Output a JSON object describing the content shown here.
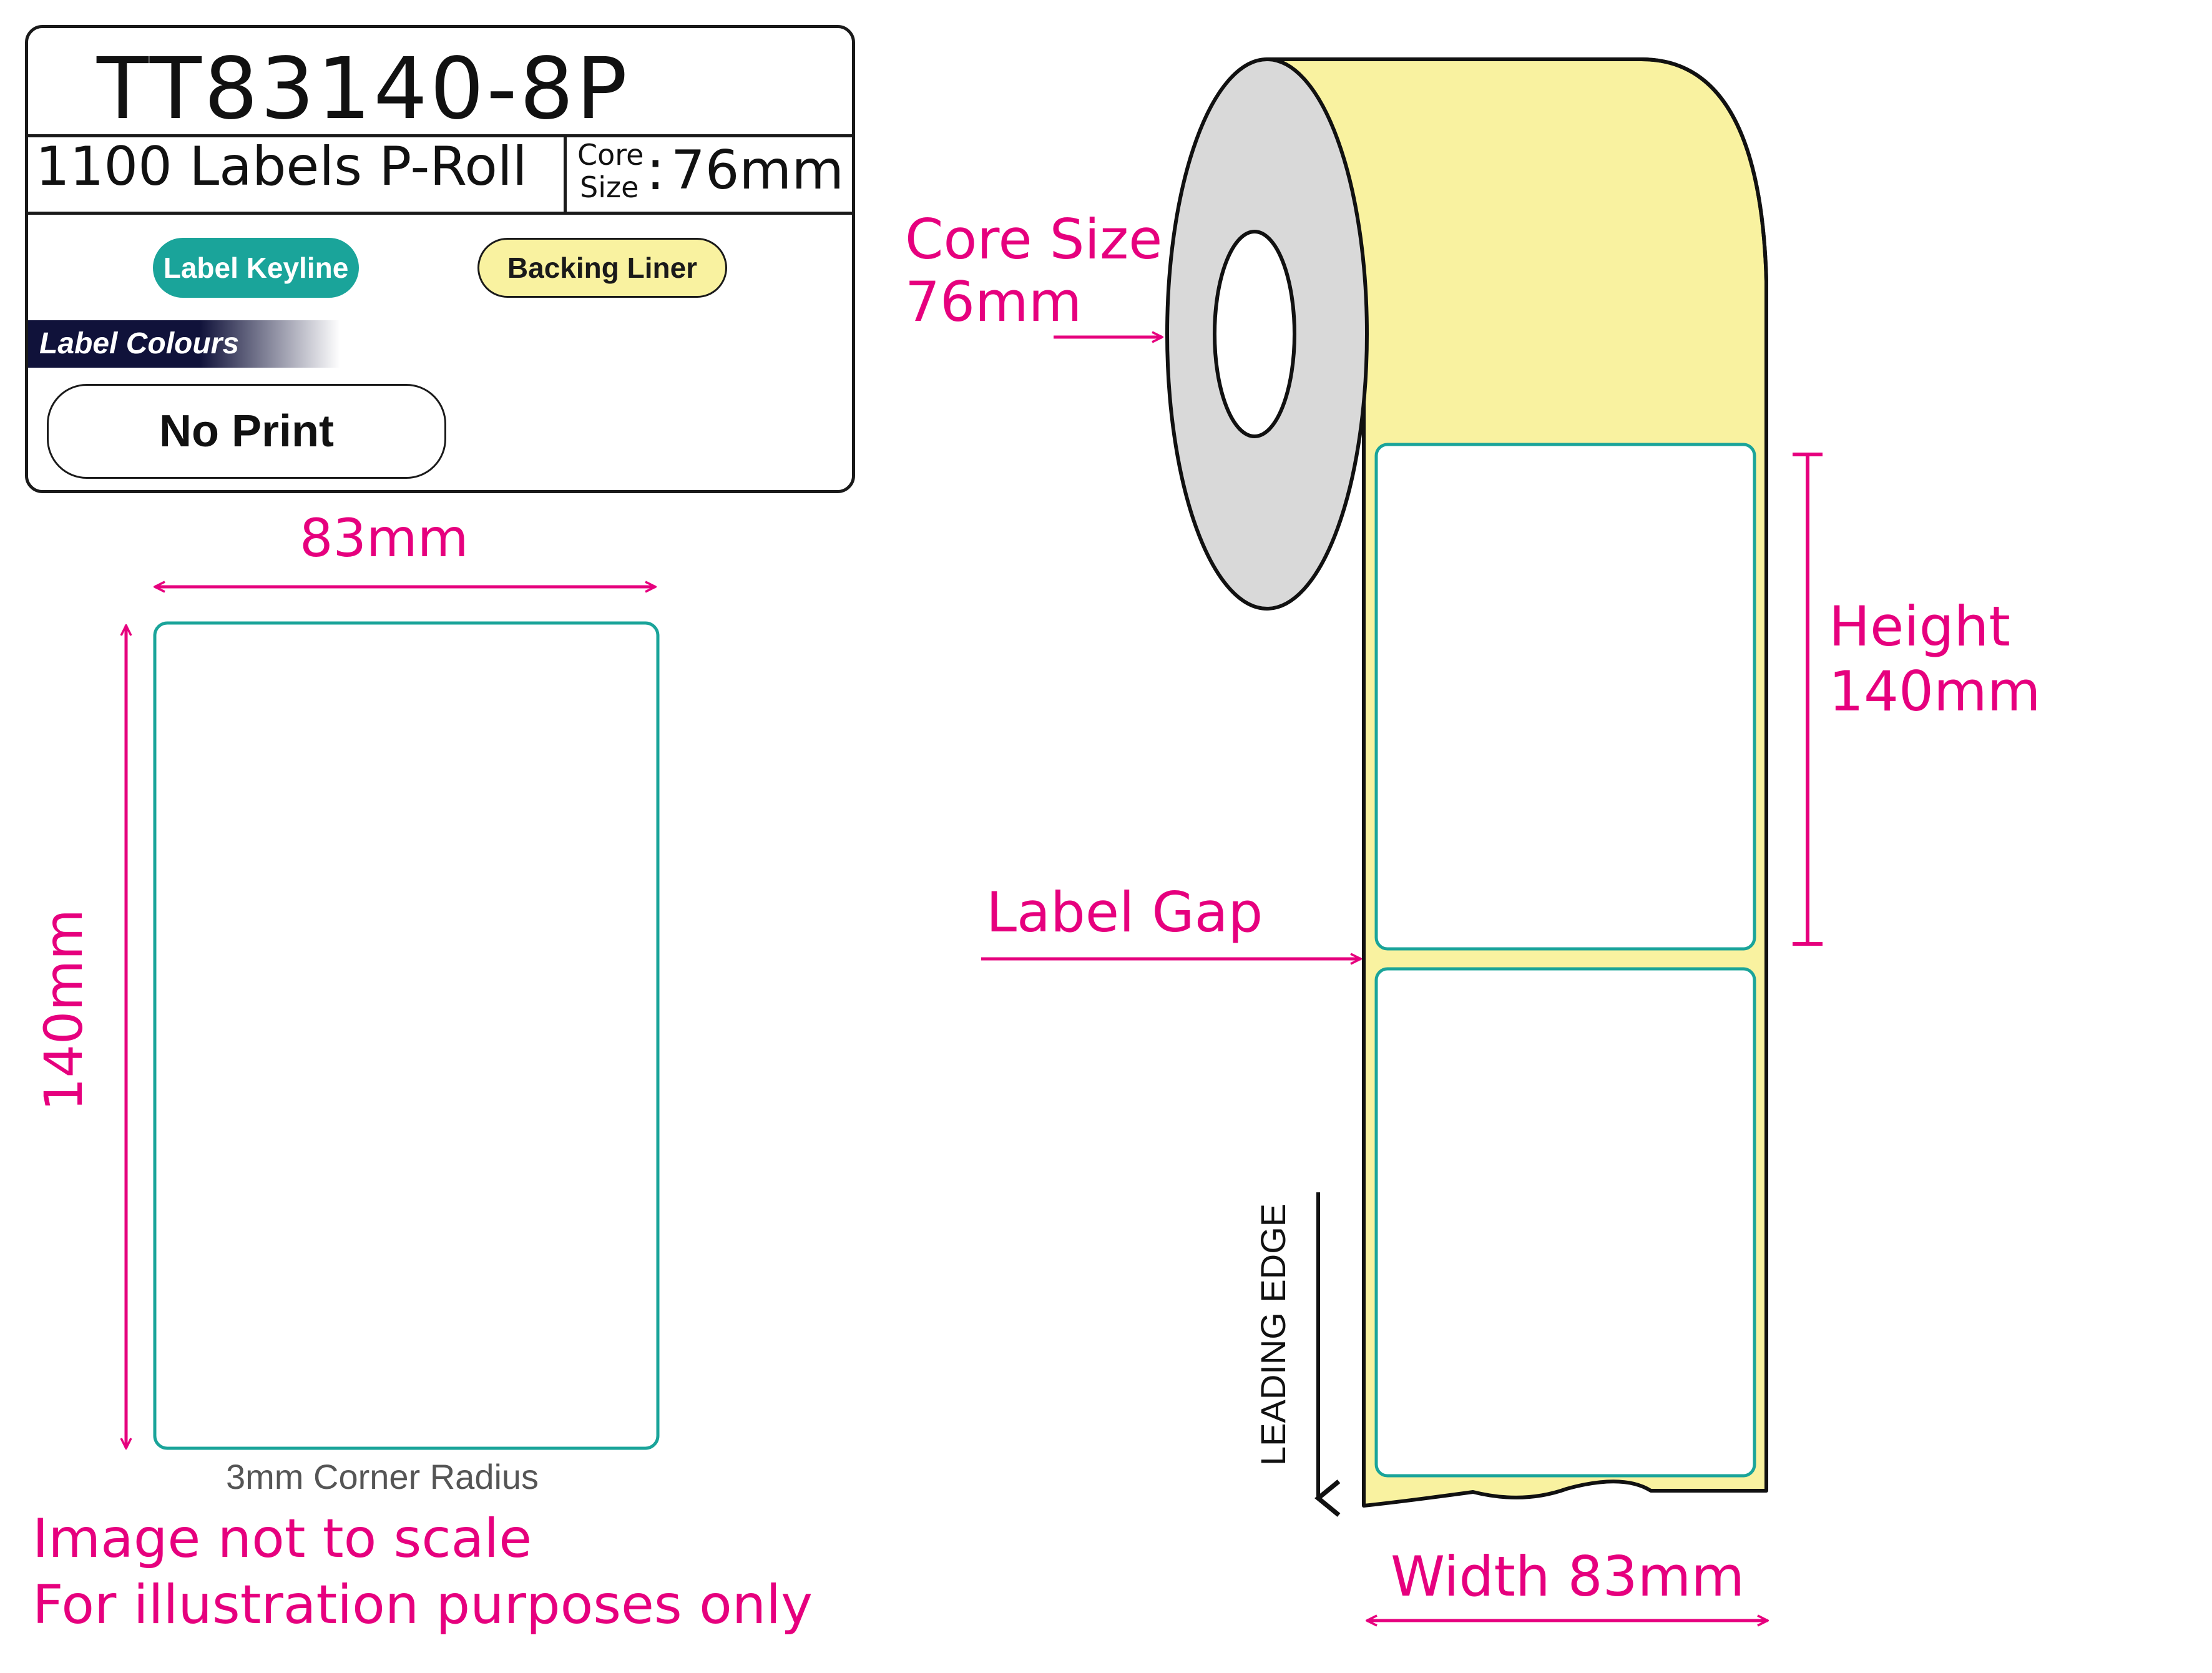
{
  "info_card": {
    "product_code": "TT83140-8P",
    "labels_per_roll": "1100 Labels P-Roll",
    "core_label_line1": "Core",
    "core_label_line2": "Size",
    "core_separator": ":",
    "core_value": "76mm",
    "legend_keyline": "Label Keyline",
    "legend_liner": "Backing Liner",
    "colours_heading": "Label Colours",
    "print_option": "No Print"
  },
  "label_diagram": {
    "width_label": "83mm",
    "height_label": "140mm",
    "corner_radius_note": "3mm Corner Radius"
  },
  "notes": {
    "line1": "Image not to scale",
    "line2": "For illustration purposes only"
  },
  "roll_diagram": {
    "core_size_label": "Core Size",
    "core_size_value": "76mm",
    "height_label": "Height",
    "height_value": "140mm",
    "gap_label": "Label Gap",
    "width_label": "Width 83mm",
    "leading_edge": "LEADING EDGE"
  },
  "colors": {
    "keyline": "#1aa49a",
    "liner": "#f9f2a0",
    "annotation": "#e6007e",
    "core_grey": "#d9d9d9"
  }
}
